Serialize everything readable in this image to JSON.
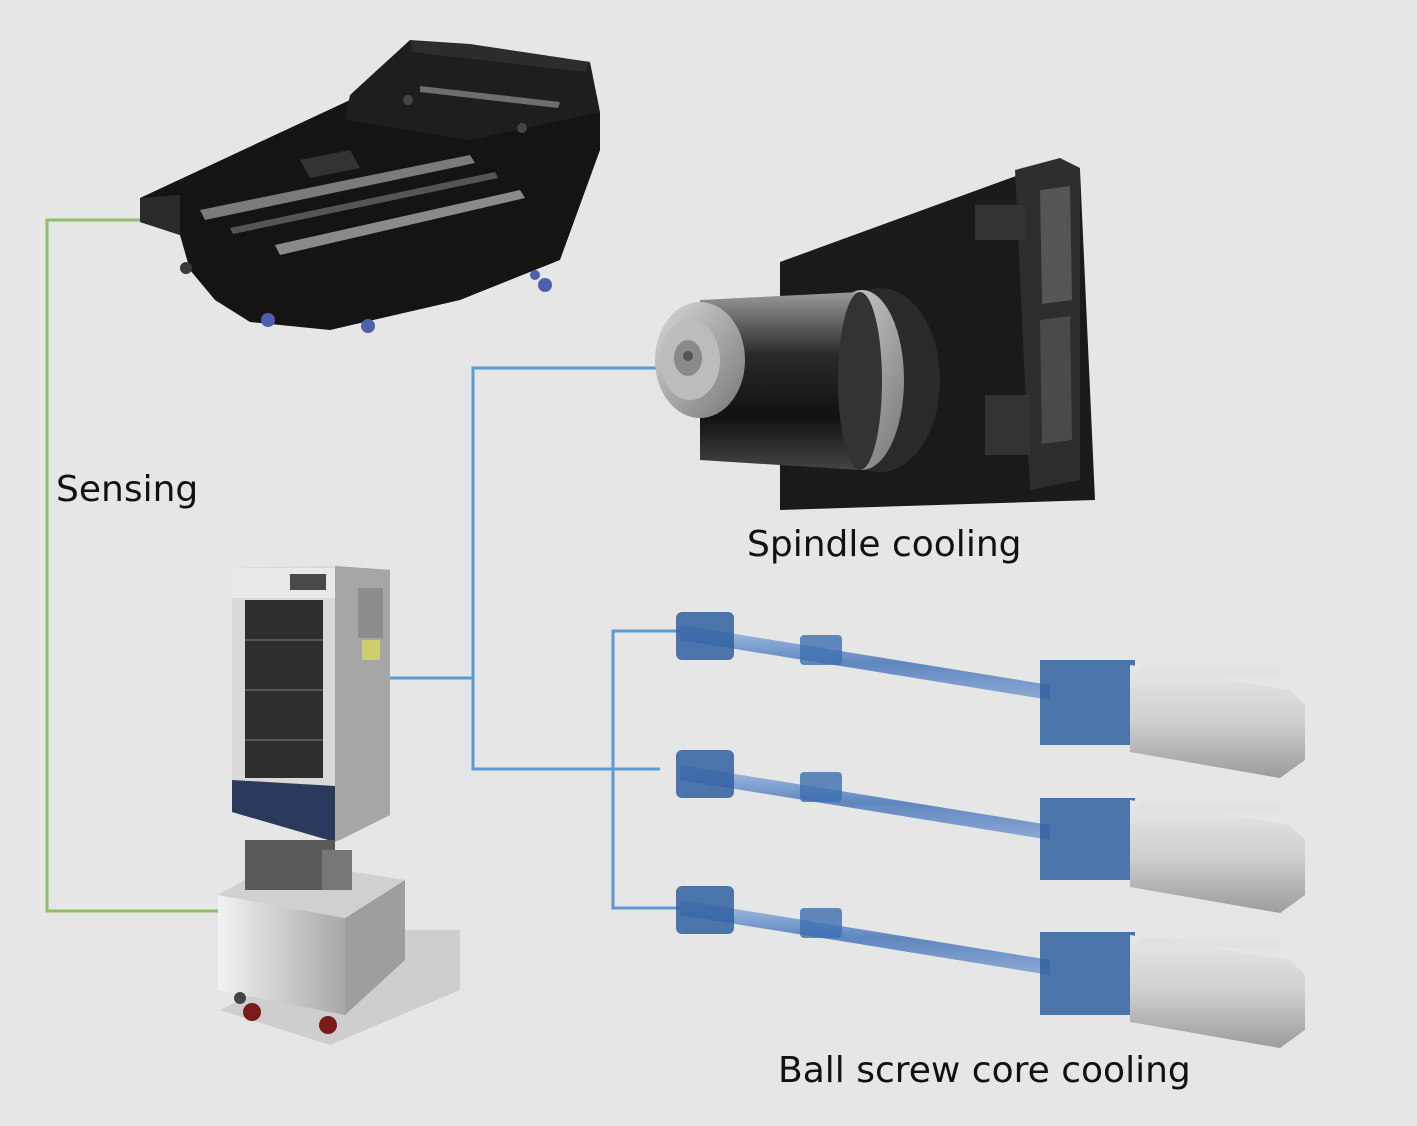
{
  "labels": {
    "sensing": "Sensing",
    "spindle_cooling": "Spindle cooling",
    "ball_screw_cooling": "Ball screw core cooling"
  },
  "colors": {
    "background": "#e6e6e6",
    "sensing_line": "#8dbf68",
    "cooling_line": "#5b9bd5",
    "machine_dark": "#1a1a1a",
    "chiller_panel": "#2b3a5c",
    "ballscrew_blue": "#2f5fa0",
    "motor_gray": "#c8c8c8"
  },
  "components": {
    "machine_bed": "machine-bed-image",
    "spindle": "spindle-head-image",
    "chiller": "oil-chiller-image",
    "ball_screws": [
      "ball-screw-assembly-1",
      "ball-screw-assembly-2",
      "ball-screw-assembly-3"
    ]
  }
}
